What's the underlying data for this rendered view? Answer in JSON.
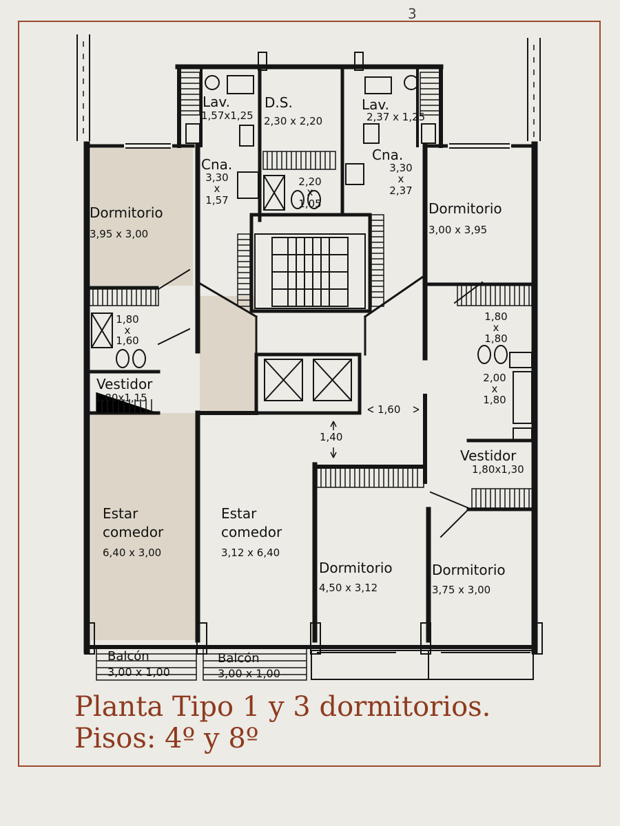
{
  "corner_mark": "3",
  "title_line1": "Planta Tipo 1 y 3 dormitorios.",
  "title_line2": "Pisos: 4º y 8º",
  "rooms": {
    "lav_left": {
      "name": "Lav.",
      "dims": "1,57x1,25"
    },
    "ds": {
      "name": "D.S.",
      "dims": "2,30 x 2,20"
    },
    "lav_right": {
      "name": "Lav.",
      "dims": "2,37 x 1,25"
    },
    "cna_left": {
      "name": "Cna.",
      "dims_a": "3,30",
      "dims_x": "x",
      "dims_b": "1,57"
    },
    "cna_right": {
      "name": "Cna.",
      "dims_a": "3,30",
      "dims_x": "x",
      "dims_b": "2,37"
    },
    "bath_small": {
      "dims_a": "2,20",
      "dims_x": "x",
      "dims_b": "1,05"
    },
    "dorm_tl": {
      "name": "Dormitorio",
      "dims": "3,95 x 3,00"
    },
    "dorm_tr": {
      "name": "Dormitorio",
      "dims": "3,00 x 3,95"
    },
    "bath_left": {
      "dims_a": "1,80",
      "dims_x": "x",
      "dims_b": "1,60"
    },
    "bath_right": {
      "dims_a": "1,80",
      "dims_x": "x",
      "dims_b": "1,80"
    },
    "bath_right2": {
      "dims_a": "2,00",
      "dims_x": "x",
      "dims_b": "1,80"
    },
    "vest_left": {
      "name": "Vestidor",
      "dims": "1,80x1,15"
    },
    "vest_right": {
      "name": "Vestidor",
      "dims": "1,80x1,30"
    },
    "hall_w": {
      "dims": "1,60"
    },
    "hall_d": {
      "dims": "1,40"
    },
    "estar_l": {
      "name1": "Estar",
      "name2": "comedor",
      "dims": "6,40 x 3,00"
    },
    "estar_c": {
      "name1": "Estar",
      "name2": "comedor",
      "dims": "3,12 x 6,40"
    },
    "dorm_bc": {
      "name": "Dormitorio",
      "dims": "4,50 x 3,12"
    },
    "dorm_br": {
      "name": "Dormitorio",
      "dims": "3,75 x 3,00"
    },
    "balcon_l": {
      "name": "Balcón",
      "dims": "3,00 x 1,00"
    },
    "balcon_c": {
      "name": "Balcón",
      "dims": "3,00 x 1,00"
    }
  },
  "colors": {
    "wall": "#151515",
    "floor_tint": "#ddd6c8",
    "title": "#8e3a1e",
    "frame": "#9a4a2c"
  }
}
